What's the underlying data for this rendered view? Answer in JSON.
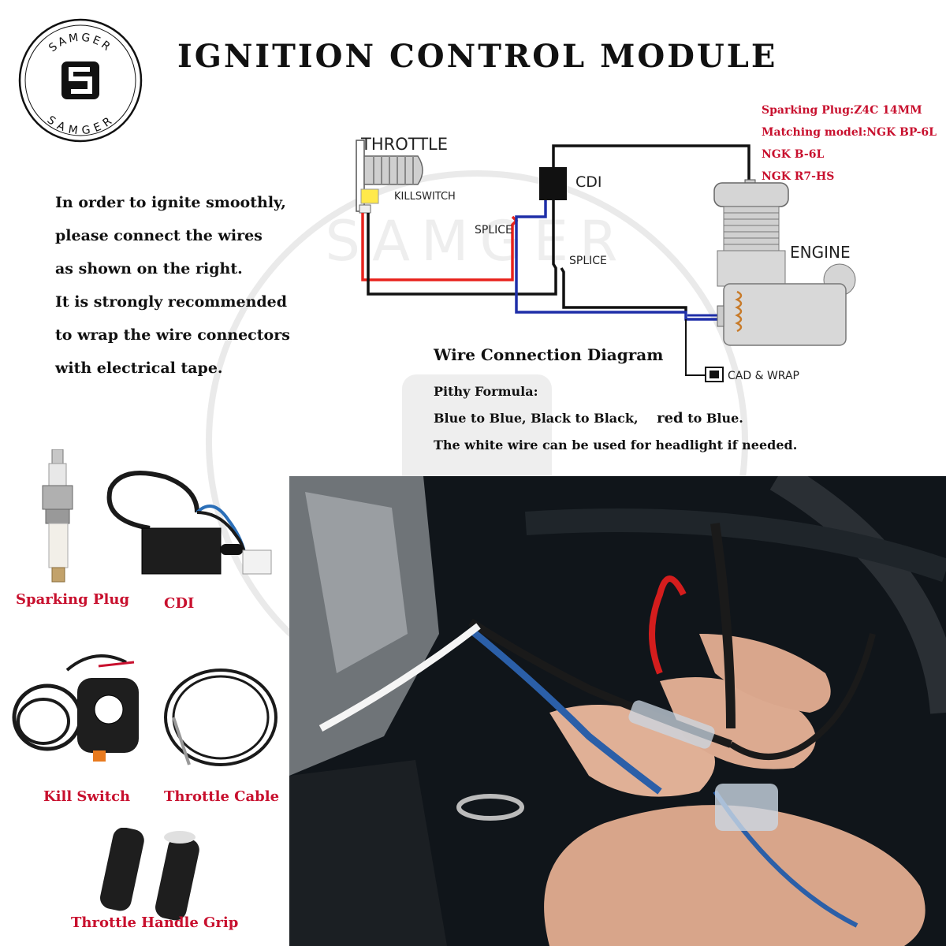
{
  "brand": {
    "name": "SAMGER"
  },
  "title": "IGNITION CONTROL MODULE",
  "specs": [
    "Sparking Plug:Z4C 14MM",
    "Matching model:NGK BP-6L",
    "NGK B-6L",
    "NGK R7-HS"
  ],
  "instructions": [
    "In order to ignite smoothly,",
    "please connect the wires",
    "as shown on the right.",
    "It is strongly recommended",
    "to wrap the wire connectors",
    "with electrical tape."
  ],
  "diagram": {
    "labels": {
      "throttle": "THROTTLE",
      "killswitch": "KILLSWITCH",
      "cdi": "CDI",
      "splice1": "SPLICE",
      "splice2": "SPLICE",
      "engine": "ENGINE",
      "cad_wrap": "CAD & WRAP"
    },
    "wire_colors": {
      "red": "#e8231d",
      "black": "#111111",
      "blue": "#1f2fa8"
    }
  },
  "wire_connection": {
    "title": "Wire Connection Diagram",
    "formula_title": "Pithy Formula:",
    "line1_a": "Blue to Blue, Black to Black,",
    "line1_red": "red",
    "line1_b": "to Blue.",
    "line2": "The white wire can be used for headlight if needed."
  },
  "parts": {
    "spark_plug": "Sparking Plug",
    "cdi": "CDI",
    "kill_switch": "Kill Switch",
    "throttle_cable": "Throttle Cable",
    "handle_grip": "Throttle Handle Grip"
  }
}
